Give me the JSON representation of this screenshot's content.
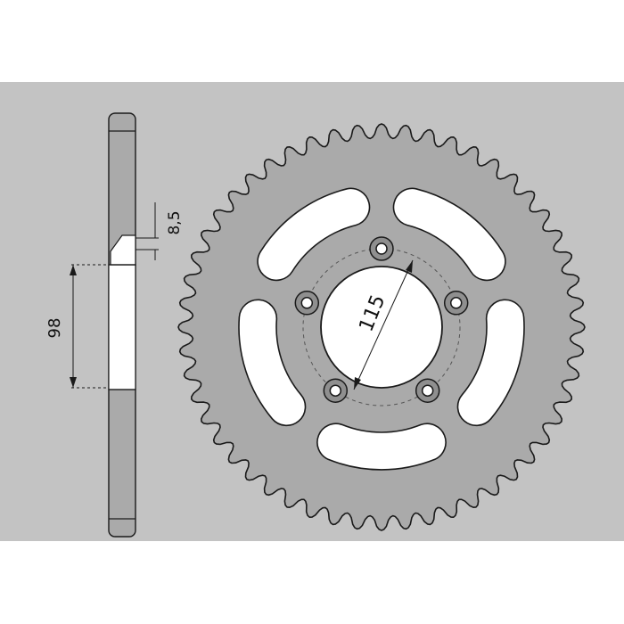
{
  "colors": {
    "background": "#c3c3c3",
    "part_fill": "#aaaaaa",
    "cutout_fill": "#ffffff",
    "outline": "#1a1a1a",
    "highlight": "#ffffff"
  },
  "sprocket": {
    "teeth": 52,
    "bolt_holes": 5,
    "lightening_slots": 5
  },
  "dimensions": {
    "thickness_label": "8,5",
    "hub_bore_label": "98",
    "bolt_circle_label": "115"
  }
}
